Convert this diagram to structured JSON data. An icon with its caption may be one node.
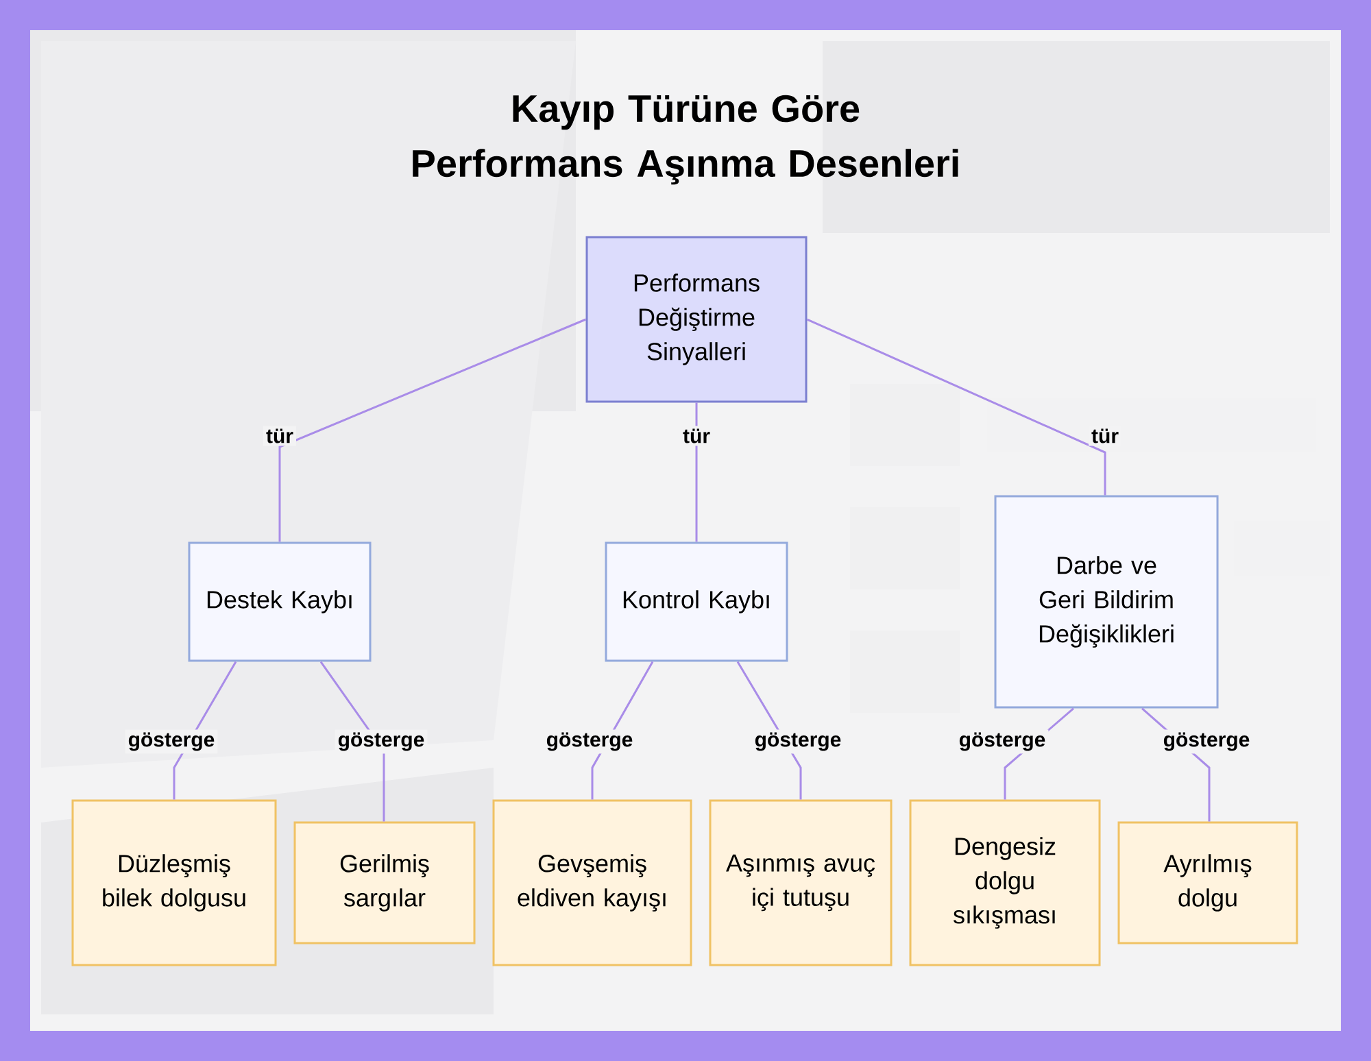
{
  "diagram": {
    "title": "Kayıp Türüne Göre Performans Aşınma Desenleri",
    "nodes": [
      {
        "text": [
          "Performans Değiştirme Sinyalleri"
        ]
      },
      {
        "text": [
          "Destek Kaybı"
        ]
      },
      {
        "text": [
          "Kontrol Kaybı"
        ]
      },
      {
        "text": [
          "Darbe ve Geri Bildirim Değişiklikleri"
        ]
      },
      {
        "text": [
          "Düzleşmiş bilek dolgusu"
        ]
      },
      {
        "text": [
          "Gerilmiş sargılar"
        ]
      },
      {
        "text": [
          "Gevşemiş eldiven kayışı"
        ]
      },
      {
        "text": [
          "Aşınmış avuç içi tutuşu"
        ]
      },
      {
        "text": [
          "Dengesiz dolgu sıkışması"
        ]
      },
      {
        "text": [
          "Ayrılmış dolgu"
        ]
      }
    ],
    "edges": [
      {
        "from": 0,
        "to": 1,
        "arrow": "none",
        "label": "tür"
      },
      {
        "from": 0,
        "to": 2,
        "arrow": "none",
        "label": "tür"
      },
      {
        "from": 0,
        "to": 3,
        "arrow": "none",
        "label": "tür"
      },
      {
        "from": 1,
        "to": 4,
        "arrow": "none",
        "label": "gösterge"
      },
      {
        "from": 1,
        "to": 5,
        "arrow": "none",
        "label": "gösterge"
      },
      {
        "from": 2,
        "to": 6,
        "arrow": "none",
        "label": "gösterge"
      },
      {
        "from": 2,
        "to": 7,
        "arrow": "none",
        "label": "gösterge"
      },
      {
        "from": 3,
        "to": 8,
        "arrow": "none",
        "label": "gösterge"
      },
      {
        "from": 3,
        "to": 9,
        "arrow": "none",
        "label": "gösterge"
      }
    ]
  }
}
